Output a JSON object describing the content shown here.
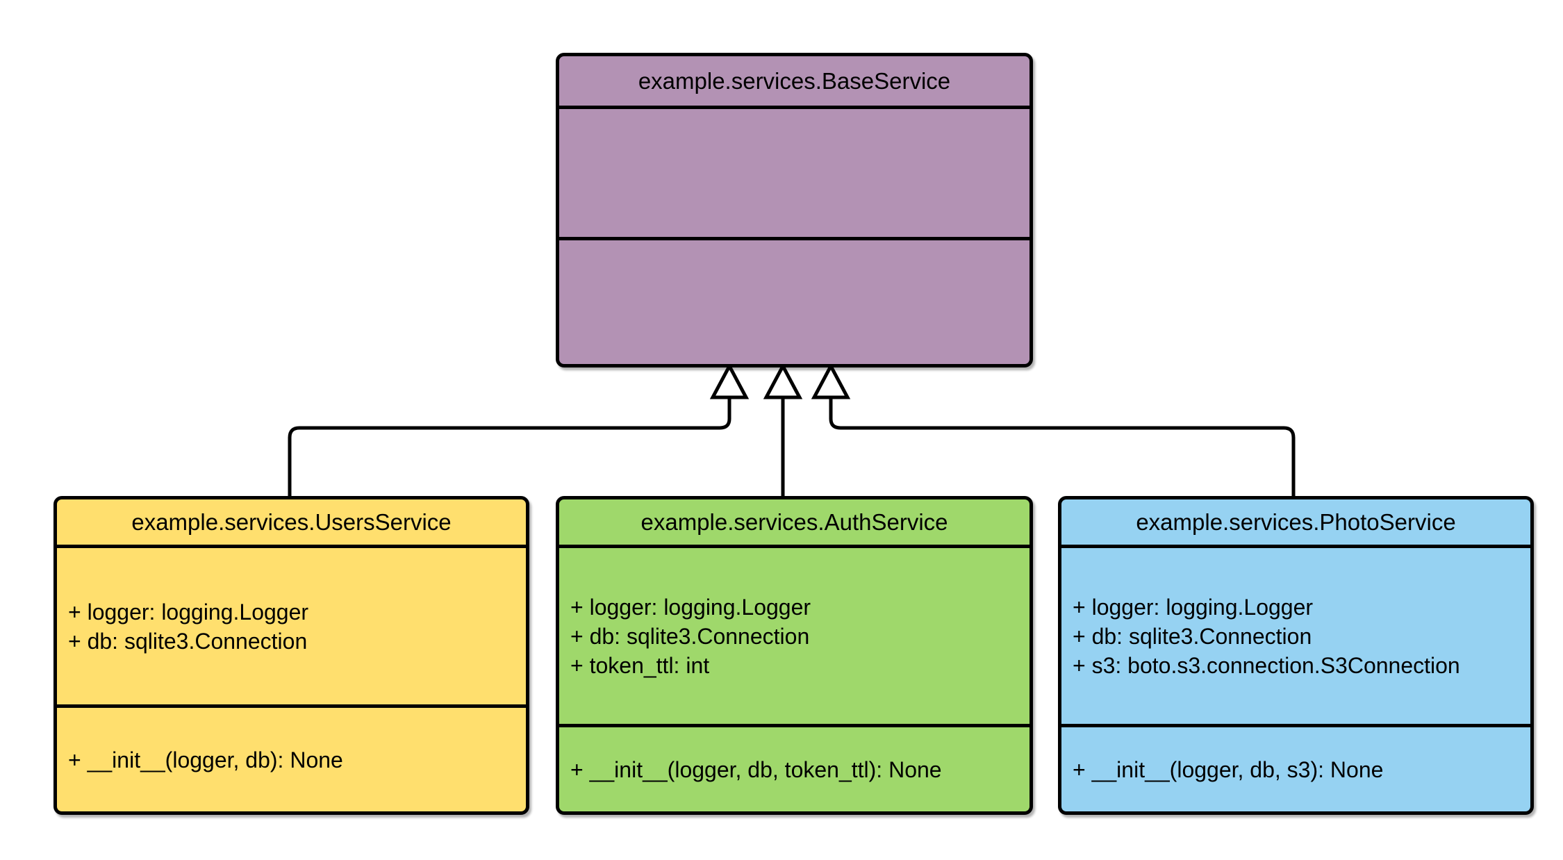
{
  "page": {
    "background": "#ffffff",
    "border_color": "#000000"
  },
  "diagram": {
    "type": "uml-class-diagram",
    "classes": [
      {
        "title": "example.services.BaseService",
        "color": "#b392b4",
        "attributes": [],
        "methods": []
      },
      {
        "title": "example.services.UsersService",
        "color": "#ffdf6e",
        "attributes": [
          "+ logger: logging.Logger",
          "+ db: sqlite3.Connection"
        ],
        "methods": [
          "+ __init__(logger, db): None"
        ]
      },
      {
        "title": "example.services.AuthService",
        "color": "#9fd86b",
        "attributes": [
          "+ logger: logging.Logger",
          "+ db: sqlite3.Connection",
          "+ token_ttl: int"
        ],
        "methods": [
          "+ __init__(logger, db, token_ttl): None"
        ]
      },
      {
        "title": "example.services.PhotoService",
        "color": "#96d2f2",
        "attributes": [
          "+ logger: logging.Logger",
          "+ db: sqlite3.Connection",
          "+ s3: boto.s3.connection.S3Connection"
        ],
        "methods": [
          "+ __init__(logger, db, s3): None"
        ]
      }
    ],
    "relationships": [
      {
        "from": "example.services.UsersService",
        "to": "example.services.BaseService",
        "type": "inheritance"
      },
      {
        "from": "example.services.AuthService",
        "to": "example.services.BaseService",
        "type": "inheritance"
      },
      {
        "from": "example.services.PhotoService",
        "to": "example.services.BaseService",
        "type": "inheritance"
      }
    ],
    "line_color": "#000000"
  }
}
